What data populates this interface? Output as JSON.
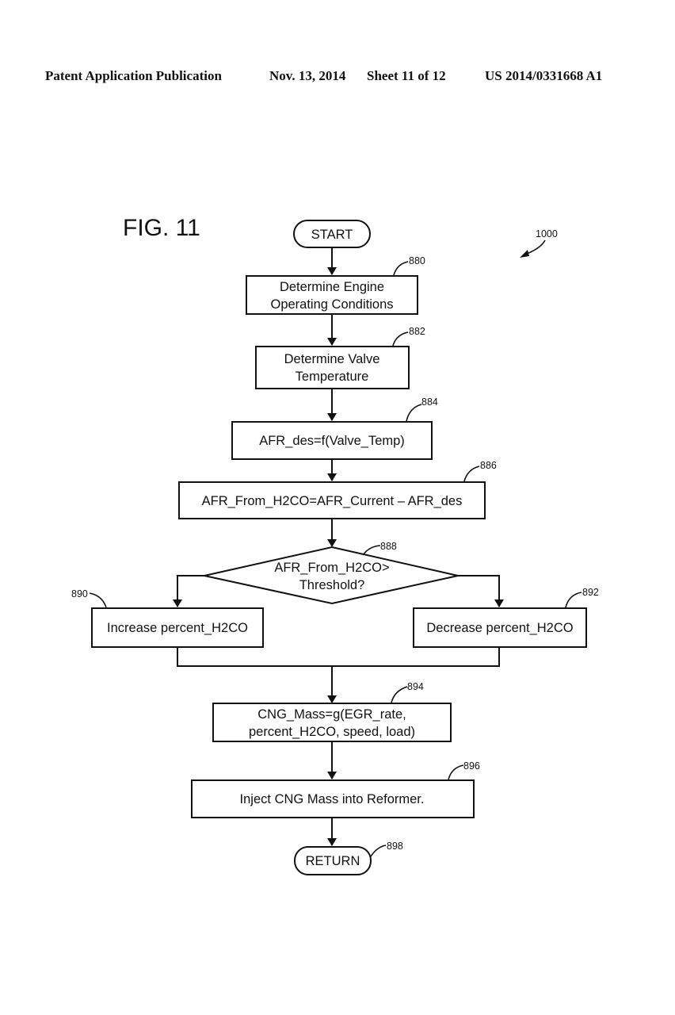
{
  "header": {
    "publication": "Patent Application Publication",
    "date": "Nov. 13, 2014",
    "sheet": "Sheet 11 of 12",
    "number": "US 2014/0331668 A1"
  },
  "figure": {
    "label": "FIG. 11",
    "ref": "1000"
  },
  "nodes": {
    "start": {
      "label": "START"
    },
    "n880": {
      "ref": "880",
      "lines": [
        "Determine Engine",
        "Operating Conditions"
      ]
    },
    "n882": {
      "ref": "882",
      "lines": [
        "Determine Valve",
        "Temperature"
      ]
    },
    "n884": {
      "ref": "884",
      "lines": [
        "AFR_des=f(Valve_Temp)"
      ]
    },
    "n886": {
      "ref": "886",
      "lines": [
        "AFR_From_H2CO=AFR_Current – AFR_des"
      ]
    },
    "n888": {
      "ref": "888",
      "lines": [
        "AFR_From_H2CO>",
        "Threshold?"
      ]
    },
    "n890": {
      "ref": "890",
      "lines": [
        "Increase percent_H2CO"
      ]
    },
    "n892": {
      "ref": "892",
      "lines": [
        "Decrease percent_H2CO"
      ]
    },
    "n894": {
      "ref": "894",
      "lines": [
        "CNG_Mass=g(EGR_rate,",
        "percent_H2CO, speed, load)"
      ]
    },
    "n896": {
      "ref": "896",
      "lines": [
        "Inject CNG Mass into Reformer."
      ]
    },
    "ret": {
      "ref": "898",
      "label": "RETURN"
    }
  }
}
